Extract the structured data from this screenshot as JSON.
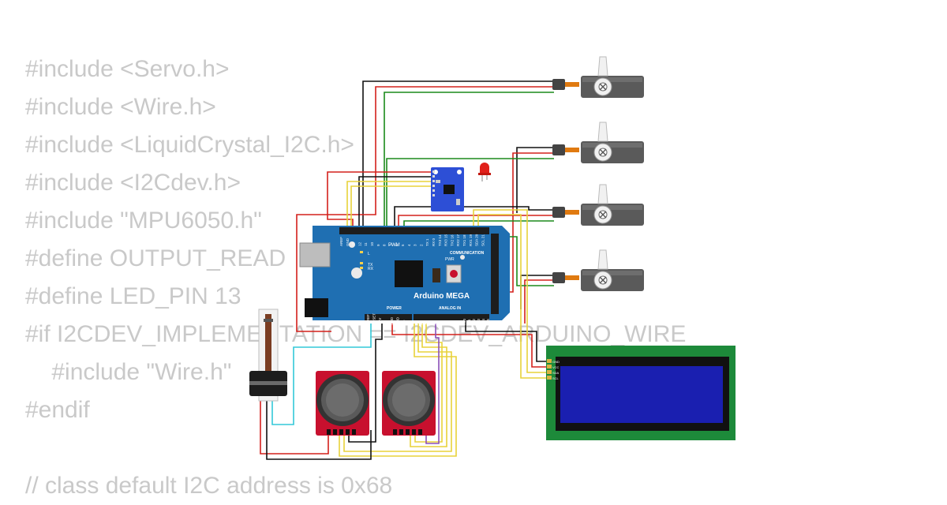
{
  "code_lines": [
    "#include <Servo.h>",
    "#include <Wire.h>",
    "#include <LiquidCrystal_I2C.h>",
    "#include <I2Cdev.h>",
    "#include \"MPU6050.h\"",
    "#define OUTPUT_READ",
    "#define LED_PIN 13",
    "#if I2CDEV_IMPLEMENTATION == I2CDEV_ARDUINO_WIRE",
    "    #include \"Wire.h\"",
    "#endif",
    "",
    "// class default I2C address is 0x68"
  ],
  "board": {
    "name": "Arduino MEGA",
    "pwm_label": "PWM",
    "communication_label": "COMMUNICATION",
    "power_label": "POWER",
    "analog_label": "ANALOG IN",
    "pwr_label": "PWR",
    "led_labels": [
      "L",
      "TX",
      "RX"
    ],
    "digital_pins": [
      "AREF",
      "GND",
      "13",
      "12",
      "11",
      "10",
      "9",
      "8",
      "7",
      "6",
      "5",
      "4",
      "3",
      "2",
      "TX 1",
      "RX 0",
      "TX3 14",
      "RX3 15",
      "TX2 16",
      "RX2 17",
      "TX1 18",
      "RX1 19",
      "SDA 20",
      "SCL 21"
    ],
    "power_pins": [
      "IOREF",
      "RESET",
      "3.3V",
      "5V",
      "GND",
      "GND",
      "Vin"
    ],
    "analog_pins": [
      "A0",
      "A1",
      "A2",
      "A3",
      "A4",
      "A5",
      "A6",
      "A7",
      "A8",
      "A9",
      "A10",
      "A11",
      "A12",
      "A13",
      "A14",
      "A15"
    ]
  },
  "lcd": {
    "pin_labels": [
      "GND",
      "VCC",
      "SDA",
      "SCL"
    ]
  },
  "colors": {
    "code_text": "#c9c9c9",
    "board_blue": "#1f6fb2",
    "header_black": "#1d1d1d",
    "servo_gray": "#5a5a5a",
    "lcd_green": "#1d8a3a",
    "lcd_screen": "#1a1fb0",
    "joystick_red": "#c8102e",
    "mpu_blue": "#2d4fd6",
    "led_red": "#e0201b",
    "wire_red": "#d4201c",
    "wire_black": "#111111",
    "wire_green": "#1b8a1b",
    "wire_yellow": "#e8d23a",
    "wire_cyan": "#33c8d8",
    "wire_purple": "#8a4fb8"
  }
}
